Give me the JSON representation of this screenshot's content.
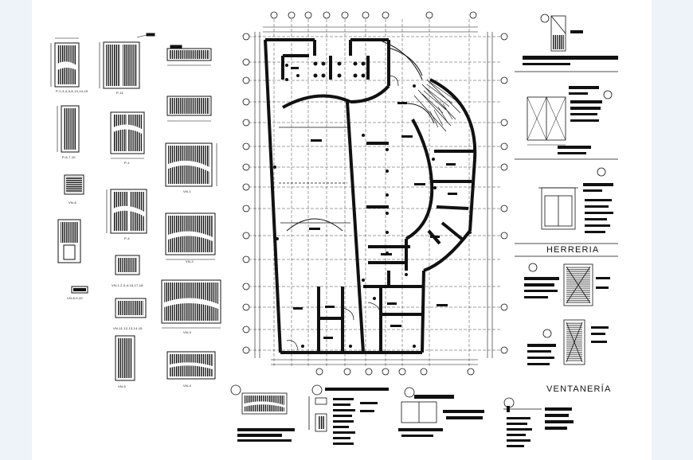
{
  "section_titles": {
    "herreria": "HERRERIA",
    "ventaneria": "VENTANERÍA"
  },
  "left_labels": {
    "door_a": "P-2,3,4,5,8,13,14,15",
    "door_b": "P-11",
    "door_c": "P-6,7,10",
    "door_d": "P-1",
    "win_a": "VN-1",
    "door_e": "P-4",
    "win_b": "VN-6",
    "win_c": "VN-2",
    "win_d": "VN-3",
    "win_e": "VN-8,9,20",
    "win_f": "VN-1,2,3,4,16,17,18",
    "win_g": "VN-11,12,13,14,15",
    "win_h": "VN-4",
    "win_i": "VN-5"
  }
}
